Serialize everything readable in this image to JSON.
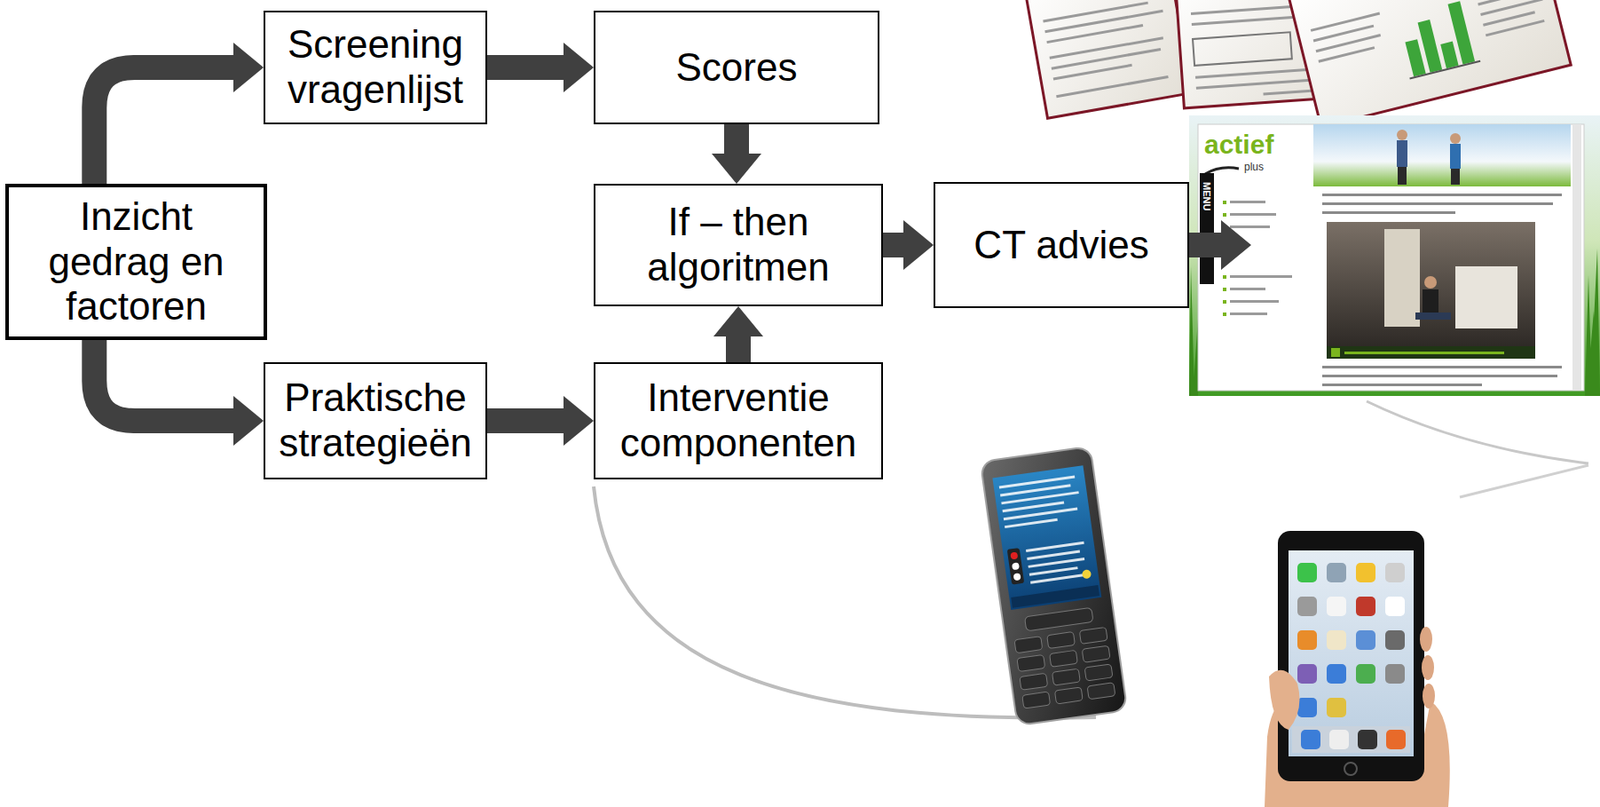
{
  "diagram": {
    "nodes": [
      {
        "text": [
          "Inzicht gedrag en factoren"
        ]
      },
      {
        "text": [
          "Screening vragenlijst"
        ]
      },
      {
        "text": [
          "Scores"
        ]
      },
      {
        "text": [
          "Praktische strategieën"
        ]
      },
      {
        "text": [
          "Interventie componenten"
        ]
      },
      {
        "text": [
          "If – then algoritmen"
        ]
      },
      {
        "text": [
          "CT advies"
        ]
      }
    ],
    "edges": [
      {
        "from": 0,
        "to": 1,
        "arrow": "to"
      },
      {
        "from": 1,
        "to": 2,
        "arrow": "to"
      },
      {
        "from": 2,
        "to": 5,
        "arrow": "to"
      },
      {
        "from": 0,
        "to": 3,
        "arrow": "to"
      },
      {
        "from": 3,
        "to": 4,
        "arrow": "to"
      },
      {
        "from": 4,
        "to": 5,
        "arrow": "to"
      },
      {
        "from": 5,
        "to": 6,
        "arrow": "to"
      }
    ],
    "labels": [
      "actief",
      "plus",
      "MENU"
    ]
  }
}
